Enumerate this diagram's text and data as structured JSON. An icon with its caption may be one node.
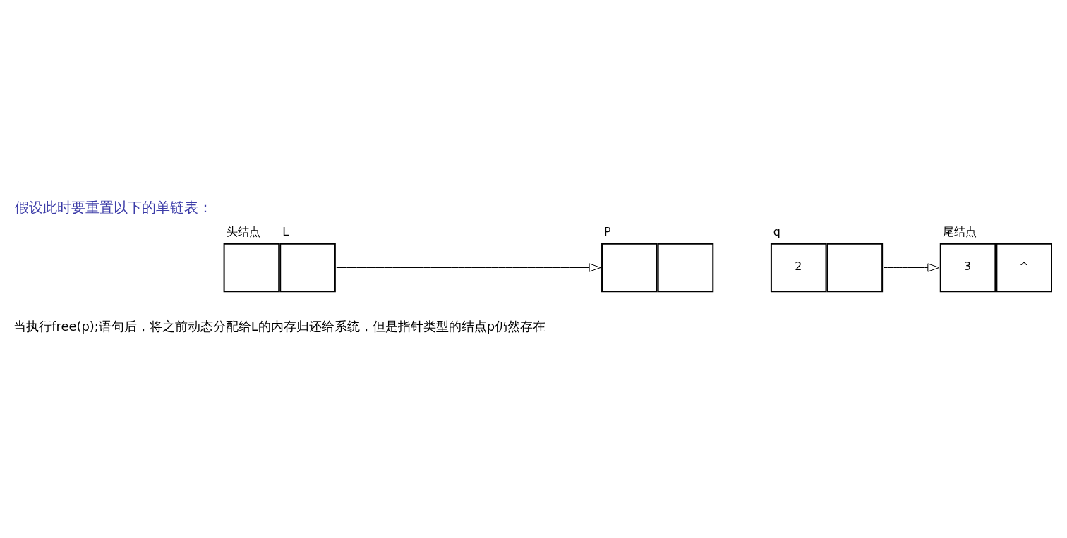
{
  "diagram": {
    "title": "假设此时要重置以下的单链表：",
    "caption": "当执行free(p);语句后，将之前动态分配给L的内存归还给系统，但是指针类型的结点p仍然存在",
    "nodes": [
      {
        "text": [],
        "shape": "box",
        "beside": [
          "头结点",
          "L"
        ]
      },
      {
        "text": [],
        "shape": "box",
        "beside": [
          "P"
        ]
      },
      {
        "text": [
          "2"
        ],
        "beside": [
          "q"
        ]
      },
      {
        "text": [
          "3",
          "^"
        ],
        "beside": [
          "尾结点"
        ]
      }
    ],
    "edges": [
      {
        "from": 0,
        "to": 1,
        "arrow": "to"
      },
      {
        "from": 2,
        "to": 3,
        "arrow": "to"
      }
    ]
  }
}
